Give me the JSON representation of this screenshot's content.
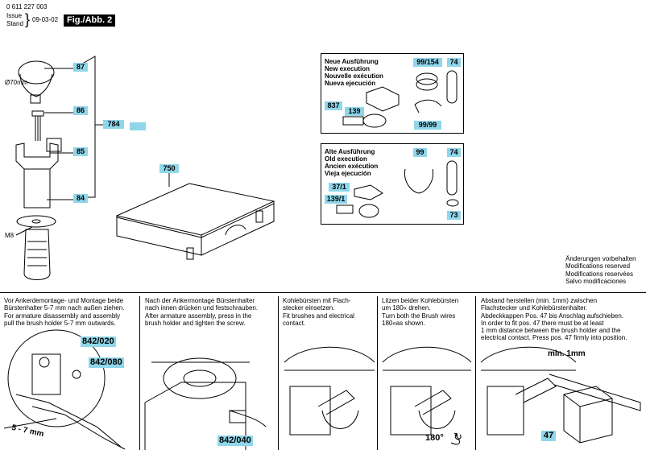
{
  "header": {
    "doc_number": "0 611 227 003",
    "issue_label": "Issue",
    "stand_label": "Stand",
    "issue_date": "09-03-02",
    "figure_label": "Fig./Abb. 2"
  },
  "parts": {
    "p87": "87",
    "p86": "86",
    "p85": "85",
    "p84": "84",
    "p784": "784",
    "p750": "750",
    "dim_70mm": "Ø70mm",
    "m8": "M8"
  },
  "new_version": {
    "lines": [
      "Neue Ausführung",
      "New execution",
      "Nouvelle exécution",
      "Nueva ejecución"
    ],
    "tag_99_154": "99/154",
    "tag_74": "74",
    "tag_837": "837",
    "tag_139": "139",
    "tag_99_99": "99/99"
  },
  "old_version": {
    "lines": [
      "Alte Ausführung",
      "Old execution",
      "Ancien exécution",
      "Vieja ejecución"
    ],
    "tag_99": "99",
    "tag_74": "74",
    "tag_37_1": "37/1",
    "tag_139_1": "139/1",
    "tag_73": "73"
  },
  "modifications": [
    "Änderungen vorbehalten",
    "Modifications reserved",
    "Modifications reservées",
    "Salvo modificaciones"
  ],
  "steps": [
    {
      "lines": [
        "Vor Ankerdemontage- und Montage beide",
        "Bürstenhalter 5-7 mm nach außen ziehen.",
        "For armature disassembly and assembly",
        "pull the brush holder 5-7 mm outwards."
      ]
    },
    {
      "lines": [
        "Nach der Ankermontage Bürstenhalter",
        "nach innen drücken und festschrauben.",
        "After armature assembly, press in the",
        "brush holder and tighten the screw."
      ]
    },
    {
      "lines": [
        "Kohlebürsten mit Flach-",
        "stecker einsetzen.",
        "Fit brushes and electrical",
        "contact."
      ]
    },
    {
      "lines": [
        "Litzen beider Kohlebürsten",
        "um 180« drehen.",
        "Turn both the Brush wires",
        "180«as shown."
      ]
    },
    {
      "lines": [
        "Abstand herstellen (min. 1mm) zwischen",
        "Flachstecker und Kohlebürstenhalter.",
        "Abdeckkappen Pos. 47 bis Anschlag aufschieben.",
        "In order to fit pos. 47 there must be at least",
        "1 mm distance between the brush holder and the",
        "electrical contact. Press pos. 47 firmly into position."
      ]
    }
  ],
  "step_labels": {
    "tag_842_020": "842/020",
    "tag_842_080": "842/080",
    "dim_5_7": "5 - 7 mm",
    "tag_842_040": "842/040",
    "rot_180": "180°",
    "min_1mm": "min. 1mm",
    "tag_47": "47"
  }
}
